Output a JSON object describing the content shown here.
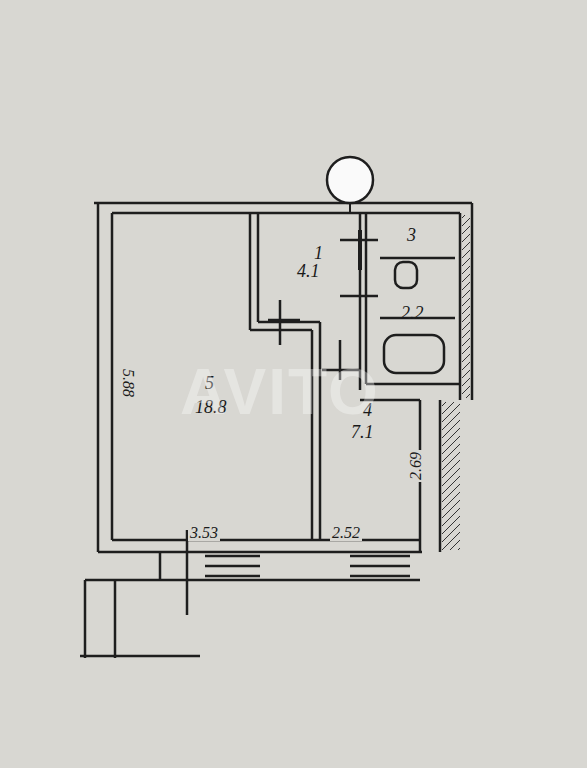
{
  "diagram": {
    "nodes": [
      {
        "text": [
          "5",
          "18.8"
        ]
      },
      {
        "text": [
          "1",
          "4.1"
        ]
      },
      {
        "text": [
          "3",
          "2.2"
        ]
      },
      {
        "text": [
          "4",
          "7.1"
        ]
      }
    ],
    "labels": [
      "5.88",
      "3.53",
      "2.52",
      "2.69",
      "AVITO"
    ]
  }
}
